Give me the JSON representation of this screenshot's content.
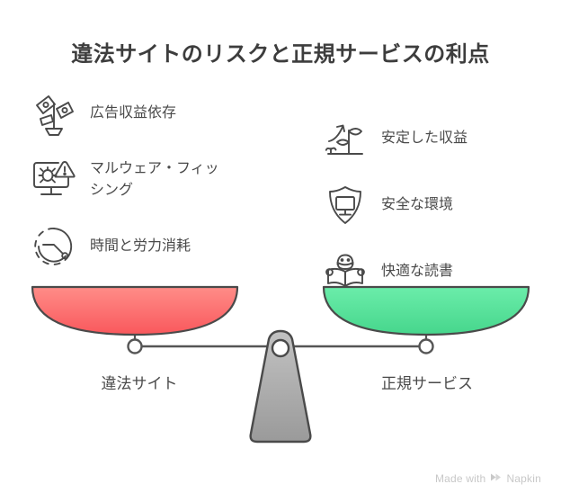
{
  "page": {
    "title": "違法サイトのリスクと正規サービスの利点",
    "background_color": "#ffffff",
    "text_color": "#4a4a4a",
    "title_color": "#3d3d3d"
  },
  "left_column": {
    "side_label": "違法サイト",
    "pan_color_top": "#ff8d88",
    "pan_color_bottom": "#f9585c",
    "items": [
      {
        "icon": "money-tree-icon",
        "label": "広告収益依存"
      },
      {
        "icon": "malware-warning-monitor-icon",
        "label": "マルウェア・フィッシング"
      },
      {
        "icon": "clock-time-loss-icon",
        "label": "時間と労力消耗"
      }
    ]
  },
  "right_column": {
    "side_label": "正規サービス",
    "pan_color_top": "#64eaa4",
    "pan_color_bottom": "#4bd88f",
    "items": [
      {
        "icon": "growth-plant-arrow-icon",
        "label": "安定した収益"
      },
      {
        "icon": "shield-monitor-icon",
        "label": "安全な環境"
      },
      {
        "icon": "person-reading-book-icon",
        "label": "快適な読書"
      }
    ]
  },
  "scale": {
    "fulcrum_color": "#a8a8a8",
    "beam_color": "#555555",
    "state": "balanced"
  },
  "watermark": {
    "prefix": "Made with",
    "brand": "Napkin",
    "logo": "napkin-chevron-icon",
    "color": "#c8c8c8"
  }
}
